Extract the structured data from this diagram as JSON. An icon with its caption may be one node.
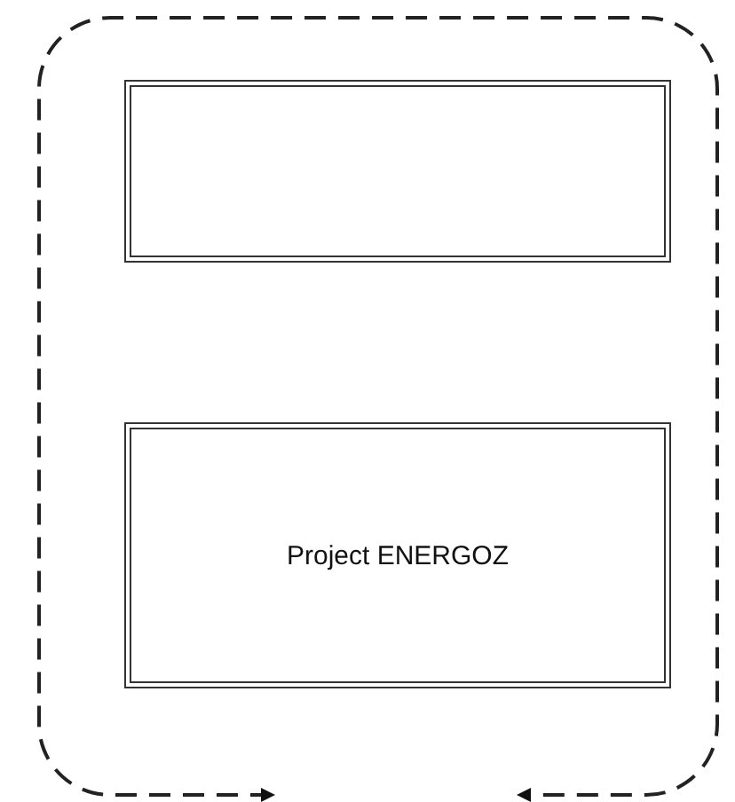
{
  "diagram": {
    "nodes": [
      {
        "text": [],
        "shape": "box"
      },
      {
        "text": [],
        "shape": "box",
        "in": 0
      },
      {
        "text": [
          "Project ENERGOZ"
        ],
        "in": 0
      }
    ]
  }
}
